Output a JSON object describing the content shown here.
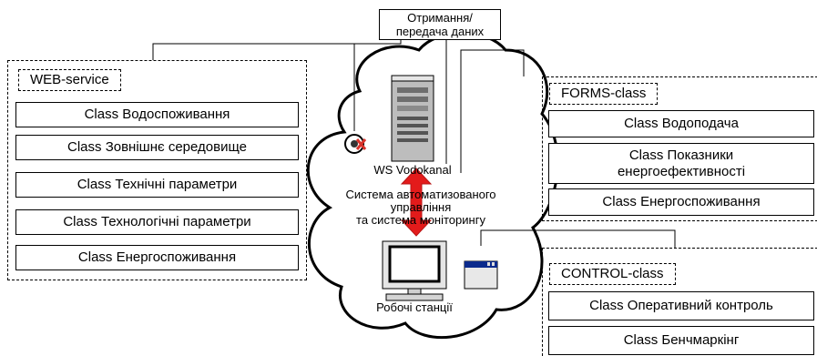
{
  "exchange": {
    "label_line1": "Отримання/",
    "label_line2": "передача даних"
  },
  "web_service": {
    "tag": "WEB-service",
    "classes": [
      "Class Водоспоживання",
      "Class Зовнішнє середовище",
      "Class Технічні параметри",
      "Class Технологічні параметри",
      "Class Енергоспоживання"
    ]
  },
  "forms_class": {
    "tag": "FORMS-class",
    "classes": [
      {
        "line1": "Class Водоподача",
        "line2": ""
      },
      {
        "line1": "Class Показники",
        "line2": "енергоефективності"
      },
      {
        "line1": "Class Енергоспоживання",
        "line2": ""
      }
    ]
  },
  "control_class": {
    "tag": "CONTROL-class",
    "classes": [
      "Class Оперативний контроль",
      "Class Бенчмаркінг"
    ]
  },
  "cloud": {
    "server_label": "WS Vodokanal",
    "system_line1": "Система автоматизованого",
    "system_line2": "управління",
    "system_line3": "та система моніторингу",
    "workstation_label": "Робочі станції"
  },
  "icons": [
    "server-icon",
    "workstation-icon",
    "browser-window-icon",
    "service-error-icon",
    "bidirectional-arrow-icon"
  ],
  "colors": {
    "arrow": "#e31b1b",
    "error_mark": "#d9332b",
    "line": "#000000"
  }
}
